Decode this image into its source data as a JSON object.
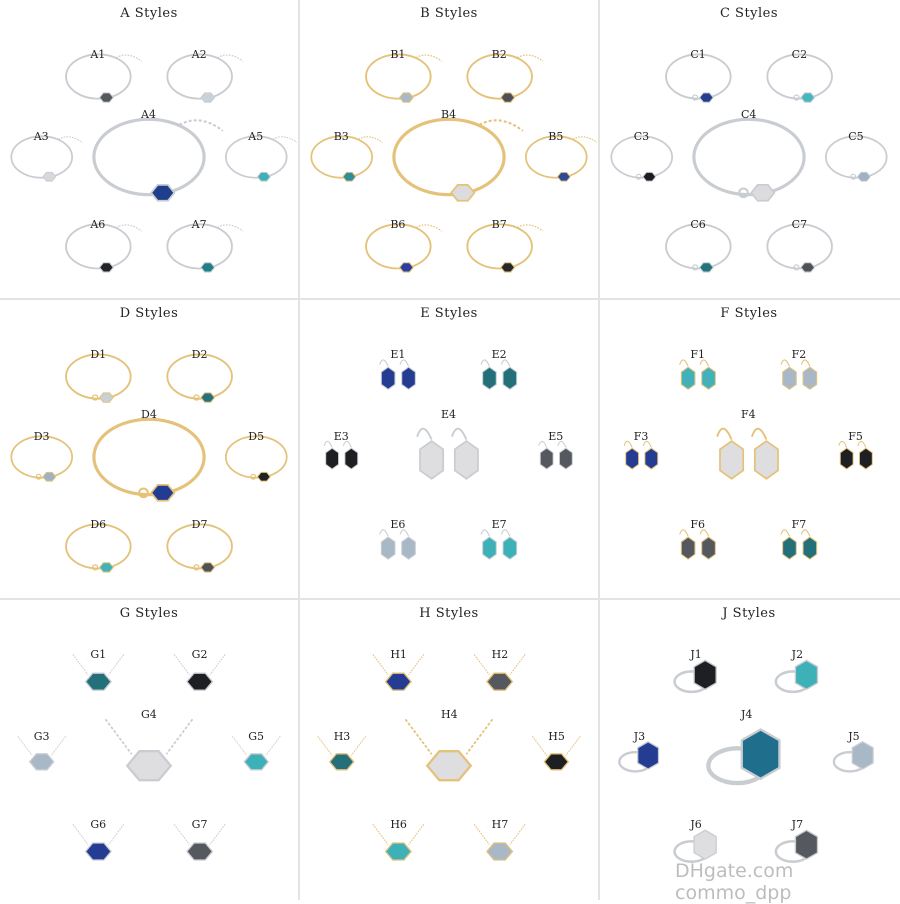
{
  "panels": [
    {
      "title": "A Styles",
      "kind": "bracelet-chain",
      "metal": "#c9cdd2",
      "items": [
        "A1",
        "A2",
        "A3",
        "A4",
        "A5",
        "A6",
        "A7"
      ],
      "stones": [
        "#55585e",
        "#c9d2da",
        "#d8d8dc",
        "#1f3f8a",
        "#3fb0b7",
        "#222426",
        "#1f7f86"
      ]
    },
    {
      "title": "B Styles",
      "kind": "bracelet-chain",
      "metal": "#e4c27a",
      "items": [
        "B1",
        "B2",
        "B3",
        "B4",
        "B5",
        "B6",
        "B7"
      ],
      "stones": [
        "#aab9c8",
        "#4d5157",
        "#2d8f97",
        "#dcdcde",
        "#2c4a9a",
        "#2c3fa0",
        "#26282b"
      ]
    },
    {
      "title": "C Styles",
      "kind": "bangle",
      "metal": "#c9cdd2",
      "items": [
        "C1",
        "C2",
        "C3",
        "C4",
        "C5",
        "C6",
        "C7"
      ],
      "stones": [
        "#253e8e",
        "#45b8bf",
        "#1c1d20",
        "#dcdcde",
        "#9fb1c2",
        "#22737d",
        "#4f5358"
      ]
    },
    {
      "title": "D Styles",
      "kind": "bangle",
      "metal": "#e4c27a",
      "items": [
        "D1",
        "D2",
        "D3",
        "D4",
        "D5",
        "D6",
        "D7"
      ],
      "stones": [
        "#c8d0d8",
        "#24727c",
        "#9fb1c2",
        "#233c93",
        "#202124",
        "#3fb3b9",
        "#4f5358"
      ]
    },
    {
      "title": "E Styles",
      "kind": "earring",
      "metal": "#c9cdd2",
      "items": [
        "E1",
        "E2",
        "E3",
        "E4",
        "E5",
        "E6",
        "E7"
      ],
      "stones": [
        "#243d92",
        "#23707a",
        "#1e1f22",
        "#dedee0",
        "#55595f",
        "#a8b8c7",
        "#3eb1b8"
      ]
    },
    {
      "title": "F Styles",
      "kind": "earring",
      "metal": "#e4c27a",
      "items": [
        "F1",
        "F2",
        "F3",
        "F4",
        "F5",
        "F6",
        "F7"
      ],
      "stones": [
        "#43b1b9",
        "#a8b8c7",
        "#243d92",
        "#dedee0",
        "#1e1f22",
        "#55595f",
        "#23707a"
      ]
    },
    {
      "title": "G Styles",
      "kind": "necklace",
      "metal": "#c9cdd2",
      "items": [
        "G1",
        "G2",
        "G3",
        "G4",
        "G5",
        "G6",
        "G7"
      ],
      "stones": [
        "#23707a",
        "#1e1f22",
        "#a8b8c7",
        "#dedee0",
        "#3eb1b8",
        "#243d92",
        "#55595f"
      ]
    },
    {
      "title": "H Styles",
      "kind": "necklace",
      "metal": "#e4c27a",
      "items": [
        "H1",
        "H2",
        "H3",
        "H4",
        "H5",
        "H6",
        "H7"
      ],
      "stones": [
        "#243d92",
        "#55595f",
        "#23707a",
        "#dedee0",
        "#1e1f22",
        "#3eb1b8",
        "#a8b8c7"
      ]
    },
    {
      "title": "J Styles",
      "kind": "ring",
      "metal": "#c9cdd2",
      "items": [
        "J1",
        "J2",
        "J3",
        "J4",
        "J5",
        "J6",
        "J7"
      ],
      "stones": [
        "#1e1f22",
        "#3eb1b8",
        "#243d92",
        "#1f6e8c",
        "#a8b8c7",
        "#dedee0",
        "#55595f"
      ]
    }
  ],
  "watermark": "DHgate.com  commo_dpp"
}
